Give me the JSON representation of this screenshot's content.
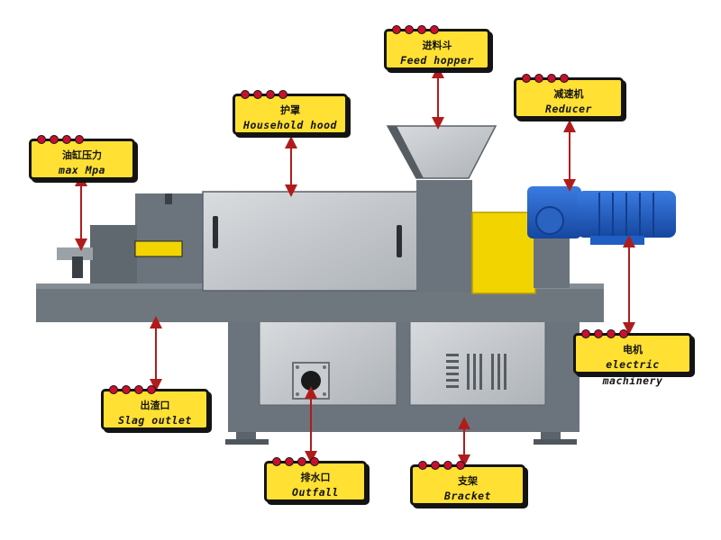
{
  "theme": {
    "label_fill": "#ffe033",
    "arrow_color": "#b01c1c",
    "frame_color": "#6b747c",
    "motor_color": "#1f5fc4",
    "guard_color": "#f2d400"
  },
  "labels": [
    {
      "id": "max-mpa",
      "zh": "油缸压力",
      "en": "max Mpa"
    },
    {
      "id": "household-hood",
      "zh": "护罩",
      "en": "Household hood"
    },
    {
      "id": "feed-hopper",
      "zh": "进料斗",
      "en": "Feed hopper"
    },
    {
      "id": "reducer",
      "zh": "减速机",
      "en": "Reducer"
    },
    {
      "id": "electric-machinery",
      "zh": "电机",
      "en": "electric machinery"
    },
    {
      "id": "slag-outlet",
      "zh": "出渣口",
      "en": "Slag outlet"
    },
    {
      "id": "outfall",
      "zh": "排水口",
      "en": "Outfall"
    },
    {
      "id": "bracket",
      "zh": "支架",
      "en": "Bracket"
    }
  ]
}
